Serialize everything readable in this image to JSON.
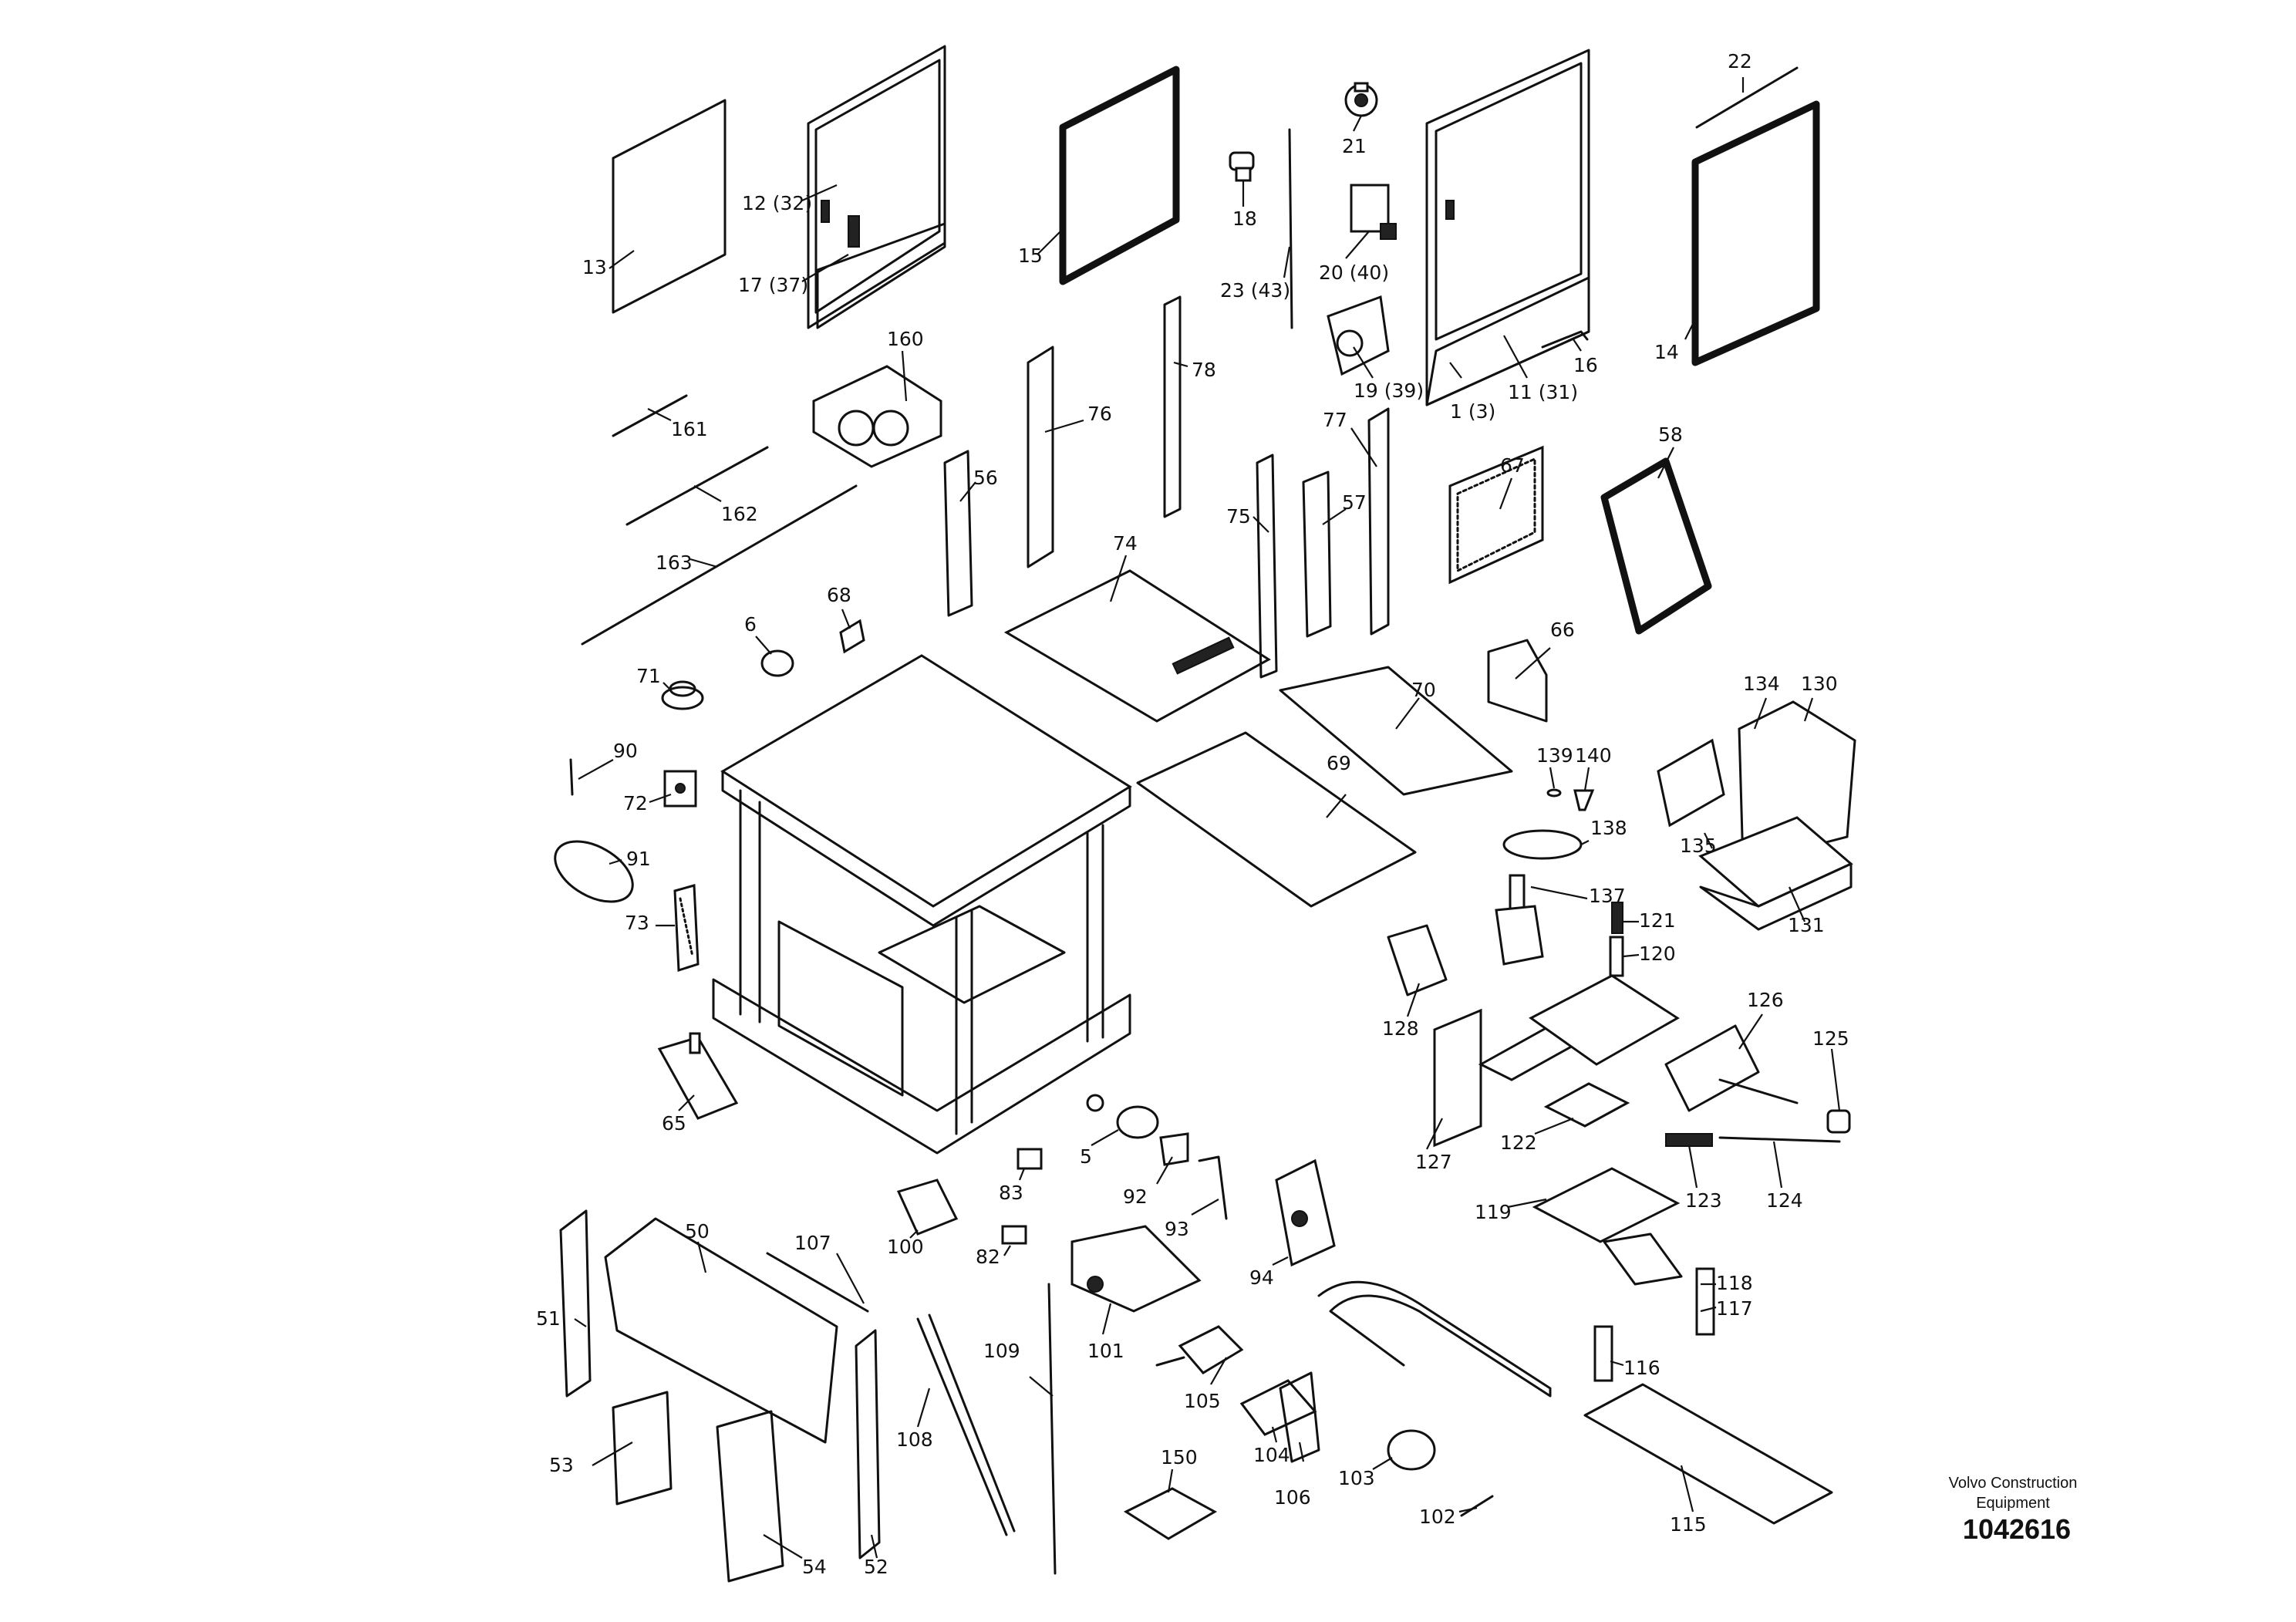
{
  "brand": {
    "line1": "Volvo Construction",
    "line2": "Equipment"
  },
  "document_number": "1042616",
  "callouts": {
    "c13": "13",
    "c12": "12 (32)",
    "c17": "17 (37)",
    "c15": "15",
    "c18": "18",
    "c21": "21",
    "c23": "23 (43)",
    "c20": "20 (40)",
    "c19": "19 (39)",
    "c1": "1 (3)",
    "c11": "11 (31)",
    "c16": "16",
    "c22": "22",
    "c14": "14",
    "c160": "160",
    "c161": "161",
    "c162": "162",
    "c163": "163",
    "c76": "76",
    "c78": "78",
    "c56": "56",
    "c74": "74",
    "c75": "75",
    "c57": "57",
    "c77": "77",
    "c67": "67",
    "c58": "58",
    "c68": "68",
    "c6": "6",
    "c71": "71",
    "c66": "66",
    "c70": "70",
    "c134": "134",
    "c130": "130",
    "c90": "90",
    "c72": "72",
    "c69": "69",
    "c139": "139",
    "c140": "140",
    "c91": "91",
    "c138": "138",
    "c135": "135",
    "c73": "73",
    "c137": "137",
    "c121": "121",
    "c120": "120",
    "c131": "131",
    "c128": "128",
    "c126": "126",
    "c125": "125",
    "c65": "65",
    "c5": "5",
    "c83": "83",
    "c92": "92",
    "c127": "127",
    "c122": "122",
    "c123": "123",
    "c124": "124",
    "c93": "93",
    "c119": "119",
    "c100": "100",
    "c82": "82",
    "c94": "94",
    "c50": "50",
    "c107": "107",
    "c118": "118",
    "c117": "117",
    "c51": "51",
    "c101": "101",
    "c109": "109",
    "c116": "116",
    "c105": "105",
    "c108": "108",
    "c150": "150",
    "c104": "104",
    "c53": "53",
    "c103": "103",
    "c102": "102",
    "c106": "106",
    "c115": "115",
    "c54": "54",
    "c52": "52"
  }
}
